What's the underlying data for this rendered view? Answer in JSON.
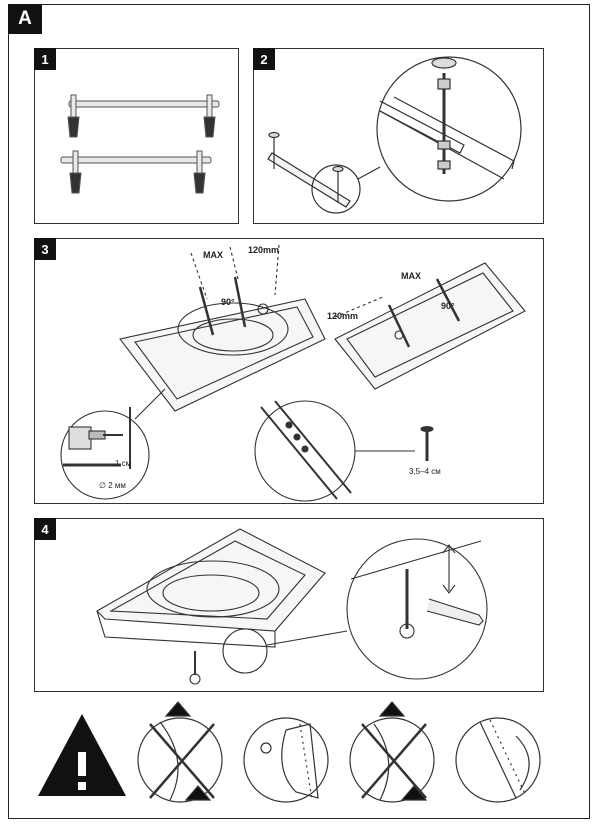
{
  "section_label": "A",
  "steps": [
    {
      "number": "1"
    },
    {
      "number": "2"
    },
    {
      "number": "3"
    },
    {
      "number": "4"
    }
  ],
  "step3": {
    "max_left": "MAX",
    "offset_left": "120mm",
    "angle_left": "90°",
    "max_right": "MAX",
    "offset_right": "120mm",
    "angle_right": "90°",
    "depth": "1 см",
    "drill_diameter": "∅ 2 мм",
    "screw_length": "3,5–4 см"
  },
  "warnings": {
    "main_icon": "warning-triangle-icon",
    "items": [
      {
        "state": "wrong",
        "badges": 2
      },
      {
        "state": "correct",
        "badges": 0
      },
      {
        "state": "wrong",
        "badges": 2
      },
      {
        "state": "correct",
        "badges": 0
      }
    ]
  }
}
